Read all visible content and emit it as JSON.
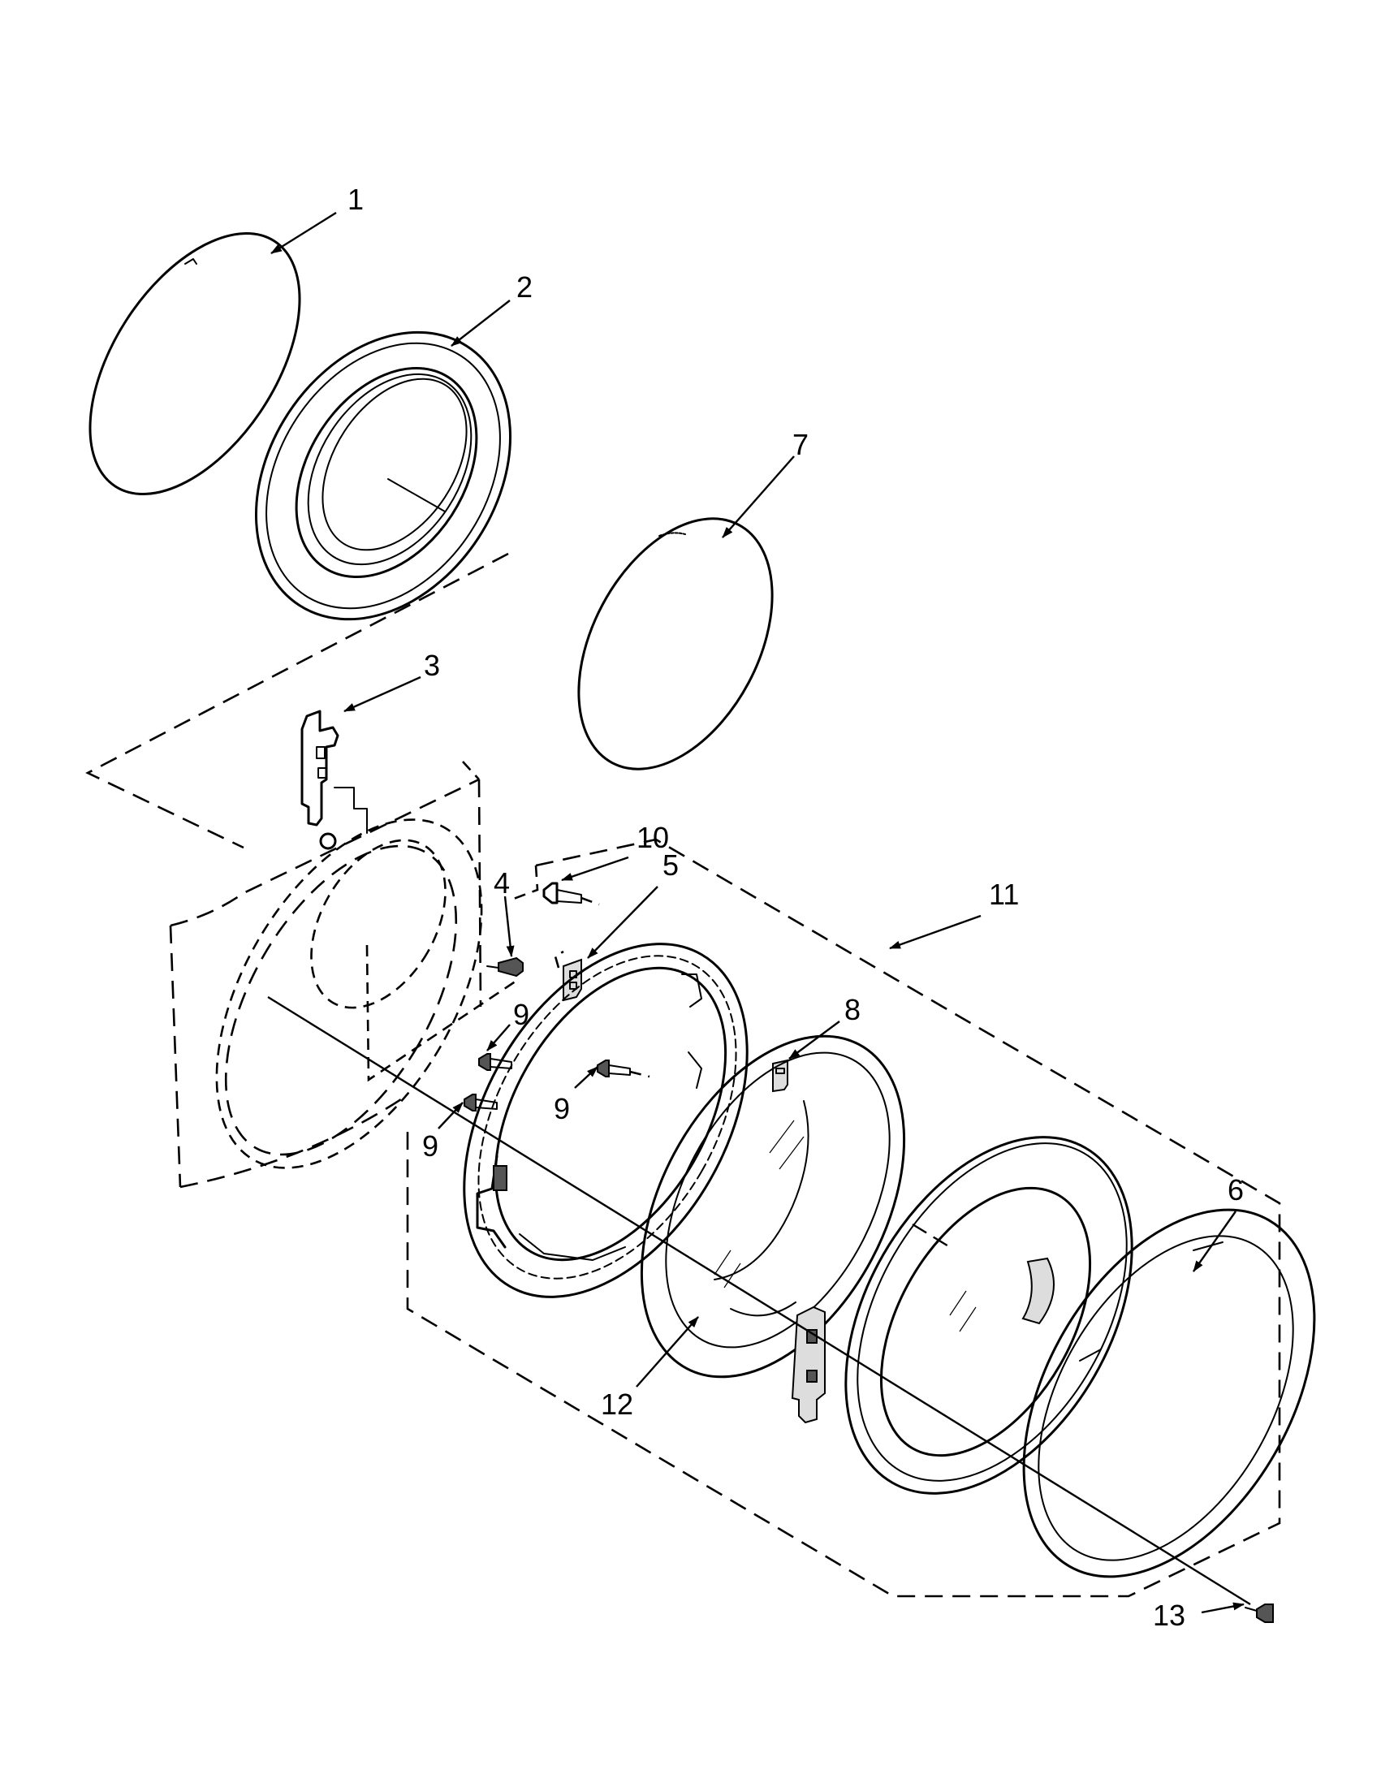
{
  "callouts": {
    "c1": "1",
    "c2": "2",
    "c3": "3",
    "c4": "4",
    "c5": "5",
    "c6": "6",
    "c7": "7",
    "c8": "8",
    "c9a": "9",
    "c9b": "9",
    "c9c": "9",
    "c10": "10",
    "c11": "11",
    "c12": "12",
    "c13": "13"
  }
}
